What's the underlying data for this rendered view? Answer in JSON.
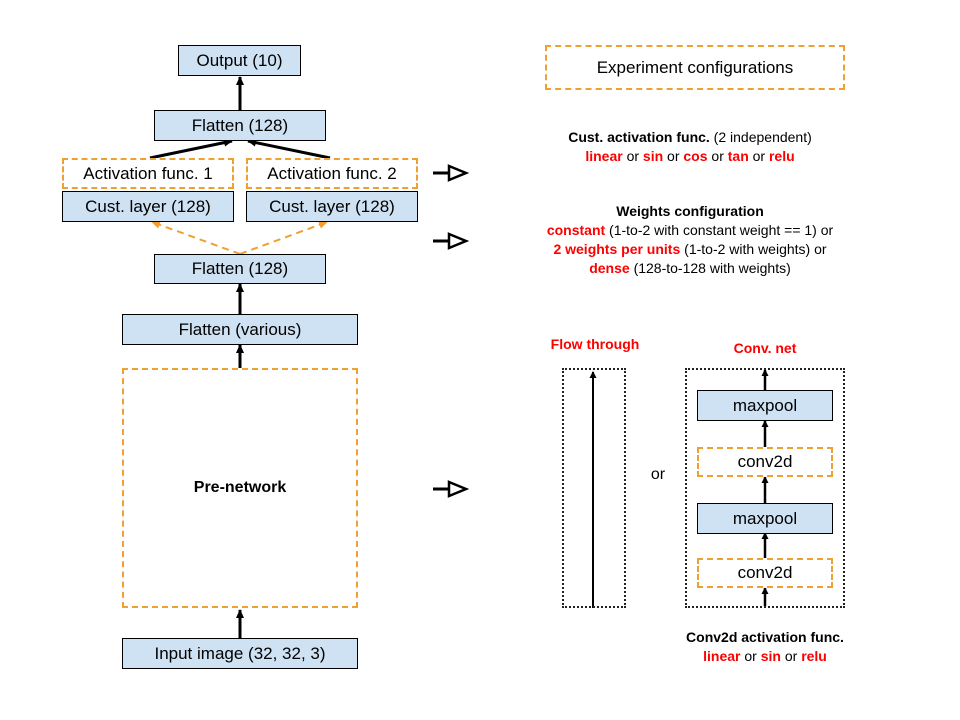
{
  "network": {
    "output": "Output (10)",
    "flatten_top": "Flatten (128)",
    "activation_1": "Activation func. 1",
    "activation_2": "Activation func. 2",
    "cust_layer_1": "Cust. layer (128)",
    "cust_layer_2": "Cust. layer (128)",
    "flatten_mid": "Flatten (128)",
    "flatten_various": "Flatten (various)",
    "pre_network": "Pre-network",
    "input": "Input image (32, 32, 3)"
  },
  "config": {
    "header": "Experiment configurations",
    "activation": {
      "title": "Cust. activation func.",
      "title_suffix": " (2 independent)",
      "opt1": "linear",
      "or1": " or ",
      "opt2": "sin",
      "or2": " or ",
      "opt3": "cos",
      "or3": " or ",
      "opt4": "tan",
      "or4": " or ",
      "opt5": "relu"
    },
    "weights": {
      "title": "Weights configuration",
      "constant": "constant",
      "constant_desc": " (1-to-2 with constant weight == 1) or",
      "per_unit": "2 weights per units",
      "per_unit_desc": " (1-to-2 with weights) or",
      "dense": "dense",
      "dense_desc": " (128-to-128 with weights)"
    },
    "prenet": {
      "flow_title": "Flow through",
      "or": "or",
      "conv_title": "Conv. net",
      "maxpool_top": "maxpool",
      "conv2d_top": "conv2d",
      "maxpool_bottom": "maxpool",
      "conv2d_bottom": "conv2d",
      "conv_activation": {
        "title": "Conv2d activation func.",
        "opt1": "linear",
        "or1": " or ",
        "opt2": "sin",
        "or2": " or ",
        "opt3": "relu"
      }
    }
  },
  "colors": {
    "layer_fill": "#cfe2f3",
    "dashed_orange": "#f0a030",
    "highlight_red": "#ff0000"
  }
}
